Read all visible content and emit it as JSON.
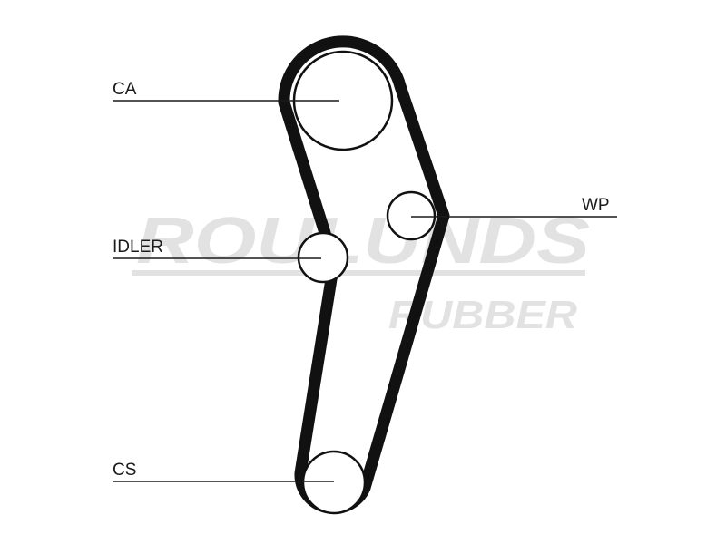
{
  "watermark": {
    "brand_line1": "ROULUNDS",
    "brand_line2": "RUBBER"
  },
  "labels": {
    "ca": "CA",
    "wp": "WP",
    "idler": "IDLER",
    "cs": "CS"
  },
  "colors": {
    "belt": "#111111",
    "watermark": "#e2e2e2",
    "text": "#1a1a1a",
    "background": "#ffffff"
  }
}
